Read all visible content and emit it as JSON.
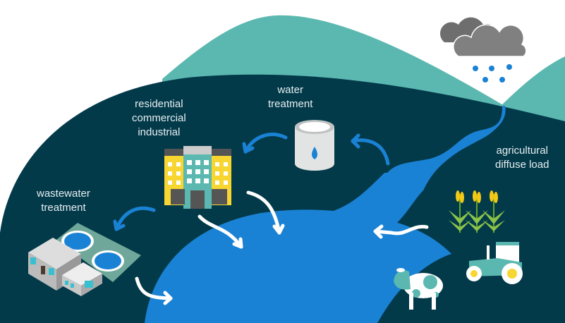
{
  "labels": {
    "water_treatment": [
      "water",
      "treatment"
    ],
    "residential": [
      "residential",
      "commercial",
      "industrial"
    ],
    "wastewater": [
      "wastewater",
      "treatment"
    ],
    "agricultural": [
      "agricultural",
      "diffuse load"
    ]
  },
  "colors": {
    "background": "#ffffff",
    "land": "#033a4a",
    "hills": "#5bb8b0",
    "water": "#1a82d4",
    "cloud": "#808080",
    "building_yellow": "#f7d631"
  },
  "icons": [
    "rain-cloud-icon",
    "water-tank-icon",
    "building-icon",
    "wastewater-plant-icon",
    "corn-icon",
    "tractor-icon",
    "cow-icon"
  ]
}
